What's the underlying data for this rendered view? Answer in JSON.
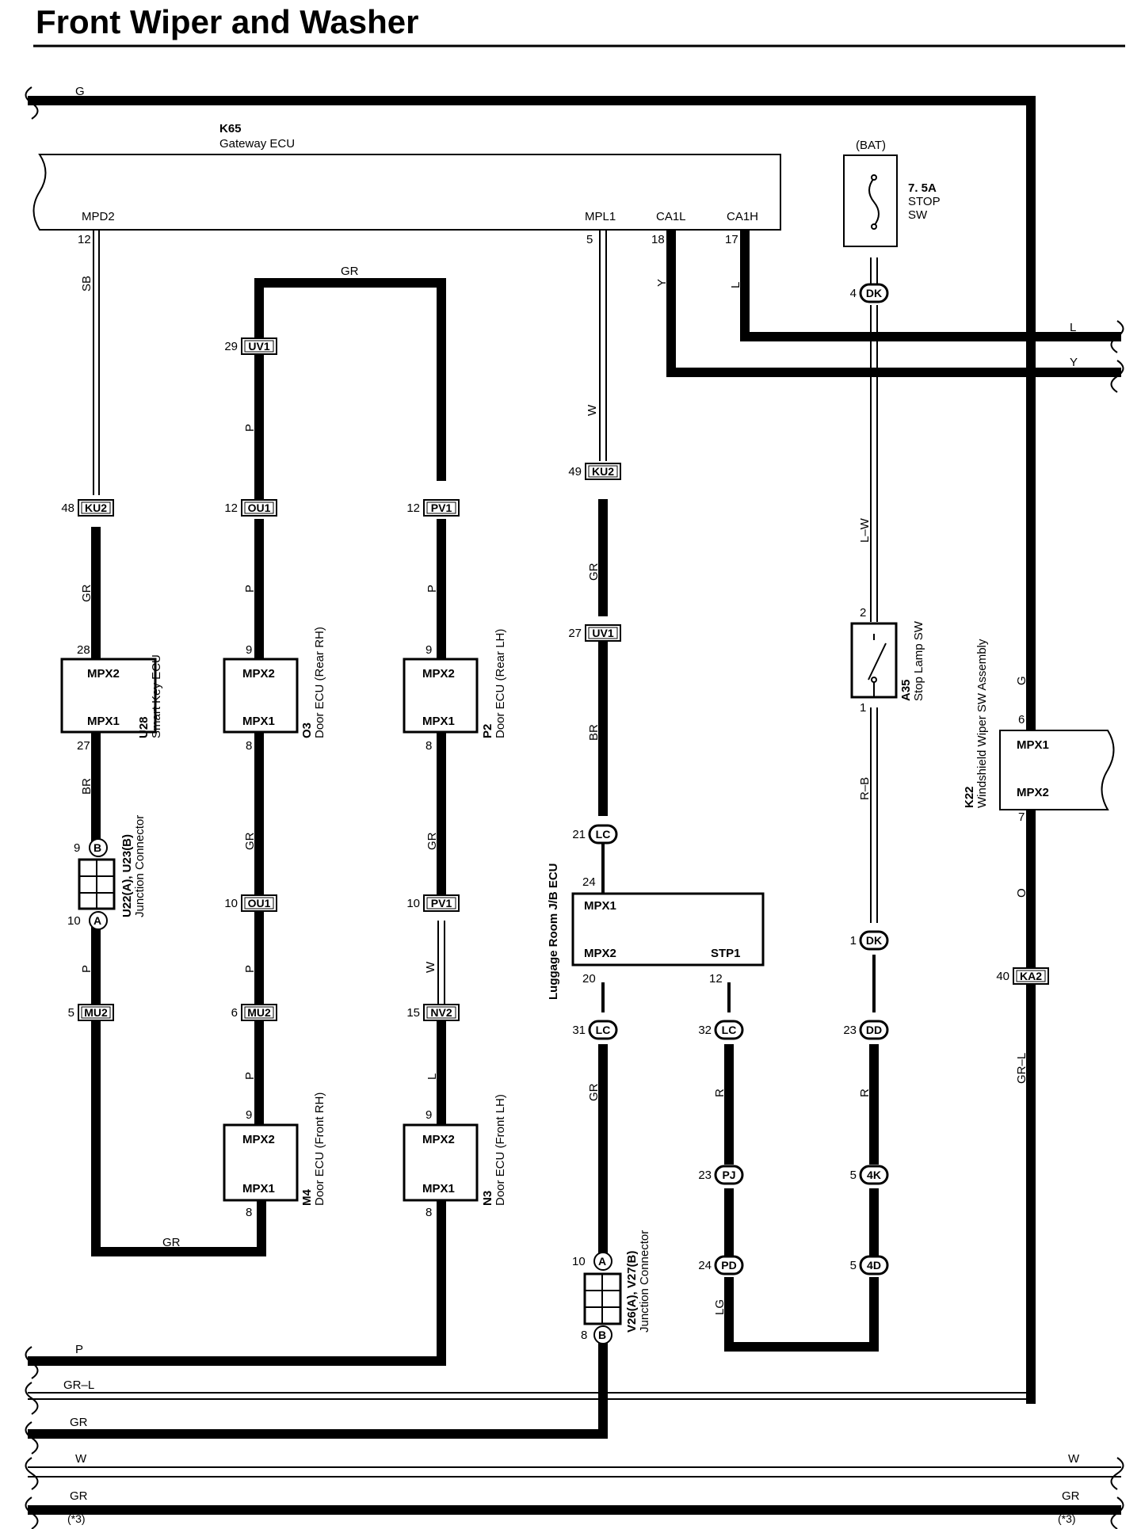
{
  "title": "Front Wiper and Washer",
  "components": {
    "gateway": {
      "code": "K65",
      "name": "Gateway ECU",
      "pins": [
        "MPD2",
        "MPL1",
        "CA1L",
        "CA1H"
      ],
      "pin_nums": [
        "12",
        "5",
        "18",
        "17"
      ]
    },
    "fuse": {
      "source": "(BAT)",
      "rating": "7. 5A",
      "name1": "STOP",
      "name2": "SW"
    },
    "smart_key": {
      "code": "U28",
      "name": "Smart Key ECU",
      "top": "MPX2",
      "bottom": "MPX1",
      "pin_top": "28",
      "pin_bottom": "27"
    },
    "door_rr": {
      "code": "O3",
      "name": "Door ECU (Rear RH)",
      "top": "MPX2",
      "bottom": "MPX1",
      "pin_top": "9",
      "pin_bottom": "8"
    },
    "door_rl": {
      "code": "P2",
      "name": "Door ECU (Rear LH)",
      "top": "MPX2",
      "bottom": "MPX1",
      "pin_top": "9",
      "pin_bottom": "8"
    },
    "door_fr": {
      "code": "M4",
      "name": "Door ECU (Front RH)",
      "top": "MPX2",
      "bottom": "MPX1",
      "pin_top": "9",
      "pin_bottom": "8"
    },
    "door_fl": {
      "code": "N3",
      "name": "Door ECU (Front LH)",
      "top": "MPX2",
      "bottom": "MPX1",
      "pin_top": "9",
      "pin_bottom": "8"
    },
    "jc_u": {
      "code": "U22(A), U23(B)",
      "name": "Junction Connector",
      "a": "A",
      "b": "B",
      "pin_a": "10",
      "pin_b": "9"
    },
    "jc_v": {
      "code": "V26(A), V27(B)",
      "name": "Junction Connector",
      "a": "A",
      "b": "B",
      "pin_a": "10",
      "pin_b": "8"
    },
    "luggage": {
      "name": "Luggage Room J/B ECU",
      "mpx1": "MPX1",
      "mpx2": "MPX2",
      "stp1": "STP1",
      "pin_mpx1": "24",
      "pin_mpx2": "20",
      "pin_stp1": "12"
    },
    "stop_lamp": {
      "code": "A35",
      "name": "Stop Lamp SW",
      "pin_top": "2",
      "pin_bottom": "1"
    },
    "wiper_sw": {
      "code": "K22",
      "name": "Windshield Wiper SW Assembly",
      "mpx1": "MPX1",
      "mpx2": "MPX2",
      "pin_top": "6",
      "pin_bottom": "7"
    }
  },
  "connectors": [
    {
      "id": "c1",
      "label": "KU2",
      "pin": "48"
    },
    {
      "id": "c2",
      "label": "UV1",
      "pin": "29"
    },
    {
      "id": "c3",
      "label": "OU1",
      "pin": "12"
    },
    {
      "id": "c4",
      "label": "PV1",
      "pin": "12"
    },
    {
      "id": "c5",
      "label": "KU2",
      "pin": "49"
    },
    {
      "id": "c6",
      "label": "UV1",
      "pin": "27"
    },
    {
      "id": "c7",
      "label": "OU1",
      "pin": "10"
    },
    {
      "id": "c8",
      "label": "PV1",
      "pin": "10"
    },
    {
      "id": "c9",
      "label": "MU2",
      "pin": "5"
    },
    {
      "id": "c10",
      "label": "MU2",
      "pin": "6"
    },
    {
      "id": "c11",
      "label": "NV2",
      "pin": "15"
    },
    {
      "id": "c12",
      "label": "KA2",
      "pin": "40"
    }
  ],
  "ovals": [
    {
      "id": "o1",
      "label": "DK",
      "pin": "4"
    },
    {
      "id": "o2",
      "label": "LC",
      "pin": "21"
    },
    {
      "id": "o3",
      "label": "DK",
      "pin": "1"
    },
    {
      "id": "o4",
      "label": "LC",
      "pin": "31"
    },
    {
      "id": "o5",
      "label": "LC",
      "pin": "32"
    },
    {
      "id": "o6",
      "label": "DD",
      "pin": "23"
    },
    {
      "id": "o7",
      "label": "PJ",
      "pin": "23"
    },
    {
      "id": "o8",
      "label": "4K",
      "pin": "5"
    },
    {
      "id": "o9",
      "label": "PD",
      "pin": "24"
    },
    {
      "id": "o10",
      "label": "4D",
      "pin": "5"
    }
  ],
  "wire_colors": {
    "top_g": "G",
    "l_right": "L",
    "y_right": "Y",
    "sb": "SB",
    "gr_top": "GR",
    "p1": "P",
    "w1": "W",
    "y1": "Y",
    "l1": "L",
    "gr1": "GR",
    "p2": "P",
    "p3": "P",
    "gr2": "GR",
    "lw": "L–W",
    "g_right": "G",
    "br1": "BR",
    "gr3": "GR",
    "gr4": "GR",
    "br2": "BR",
    "rb": "R–B",
    "o": "O",
    "p4": "P",
    "p5": "P",
    "w2": "W",
    "p6": "P",
    "l2": "L",
    "gr5": "GR",
    "r1": "R",
    "r2": "R",
    "grl_right": "GR–L",
    "gr_bottom": "GR",
    "lg": "LG",
    "bus_p": "P",
    "bus_grl": "GR–L",
    "bus_gr": "GR",
    "bus_w_left": "W",
    "bus_w_right": "W",
    "bus_gr2_left": "GR",
    "bus_gr2_right": "GR",
    "note_left": "(*3)",
    "note_right": "(*3)"
  }
}
